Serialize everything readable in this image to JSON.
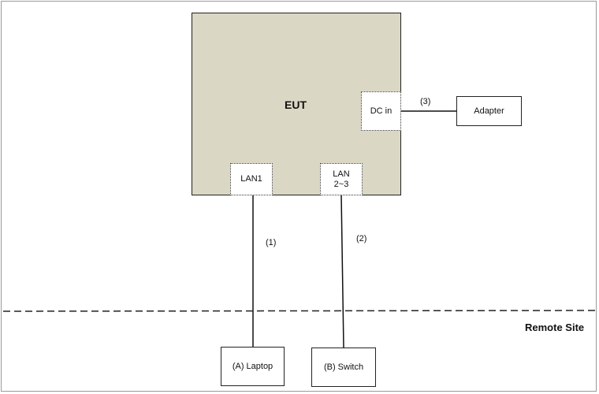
{
  "eut": {
    "label": "EUT",
    "fill_color": "#dbd7c5"
  },
  "ports": {
    "dc_in": "DC in",
    "lan1": "LAN1",
    "lan2_3_line1": "LAN",
    "lan2_3_line2": "2~3"
  },
  "devices": {
    "adapter": "Adapter",
    "laptop": "(A) Laptop",
    "switch": "(B) Switch"
  },
  "connections": {
    "c1": "(1)",
    "c2": "(2)",
    "c3": "(3)"
  },
  "zone_label": "Remote Site"
}
